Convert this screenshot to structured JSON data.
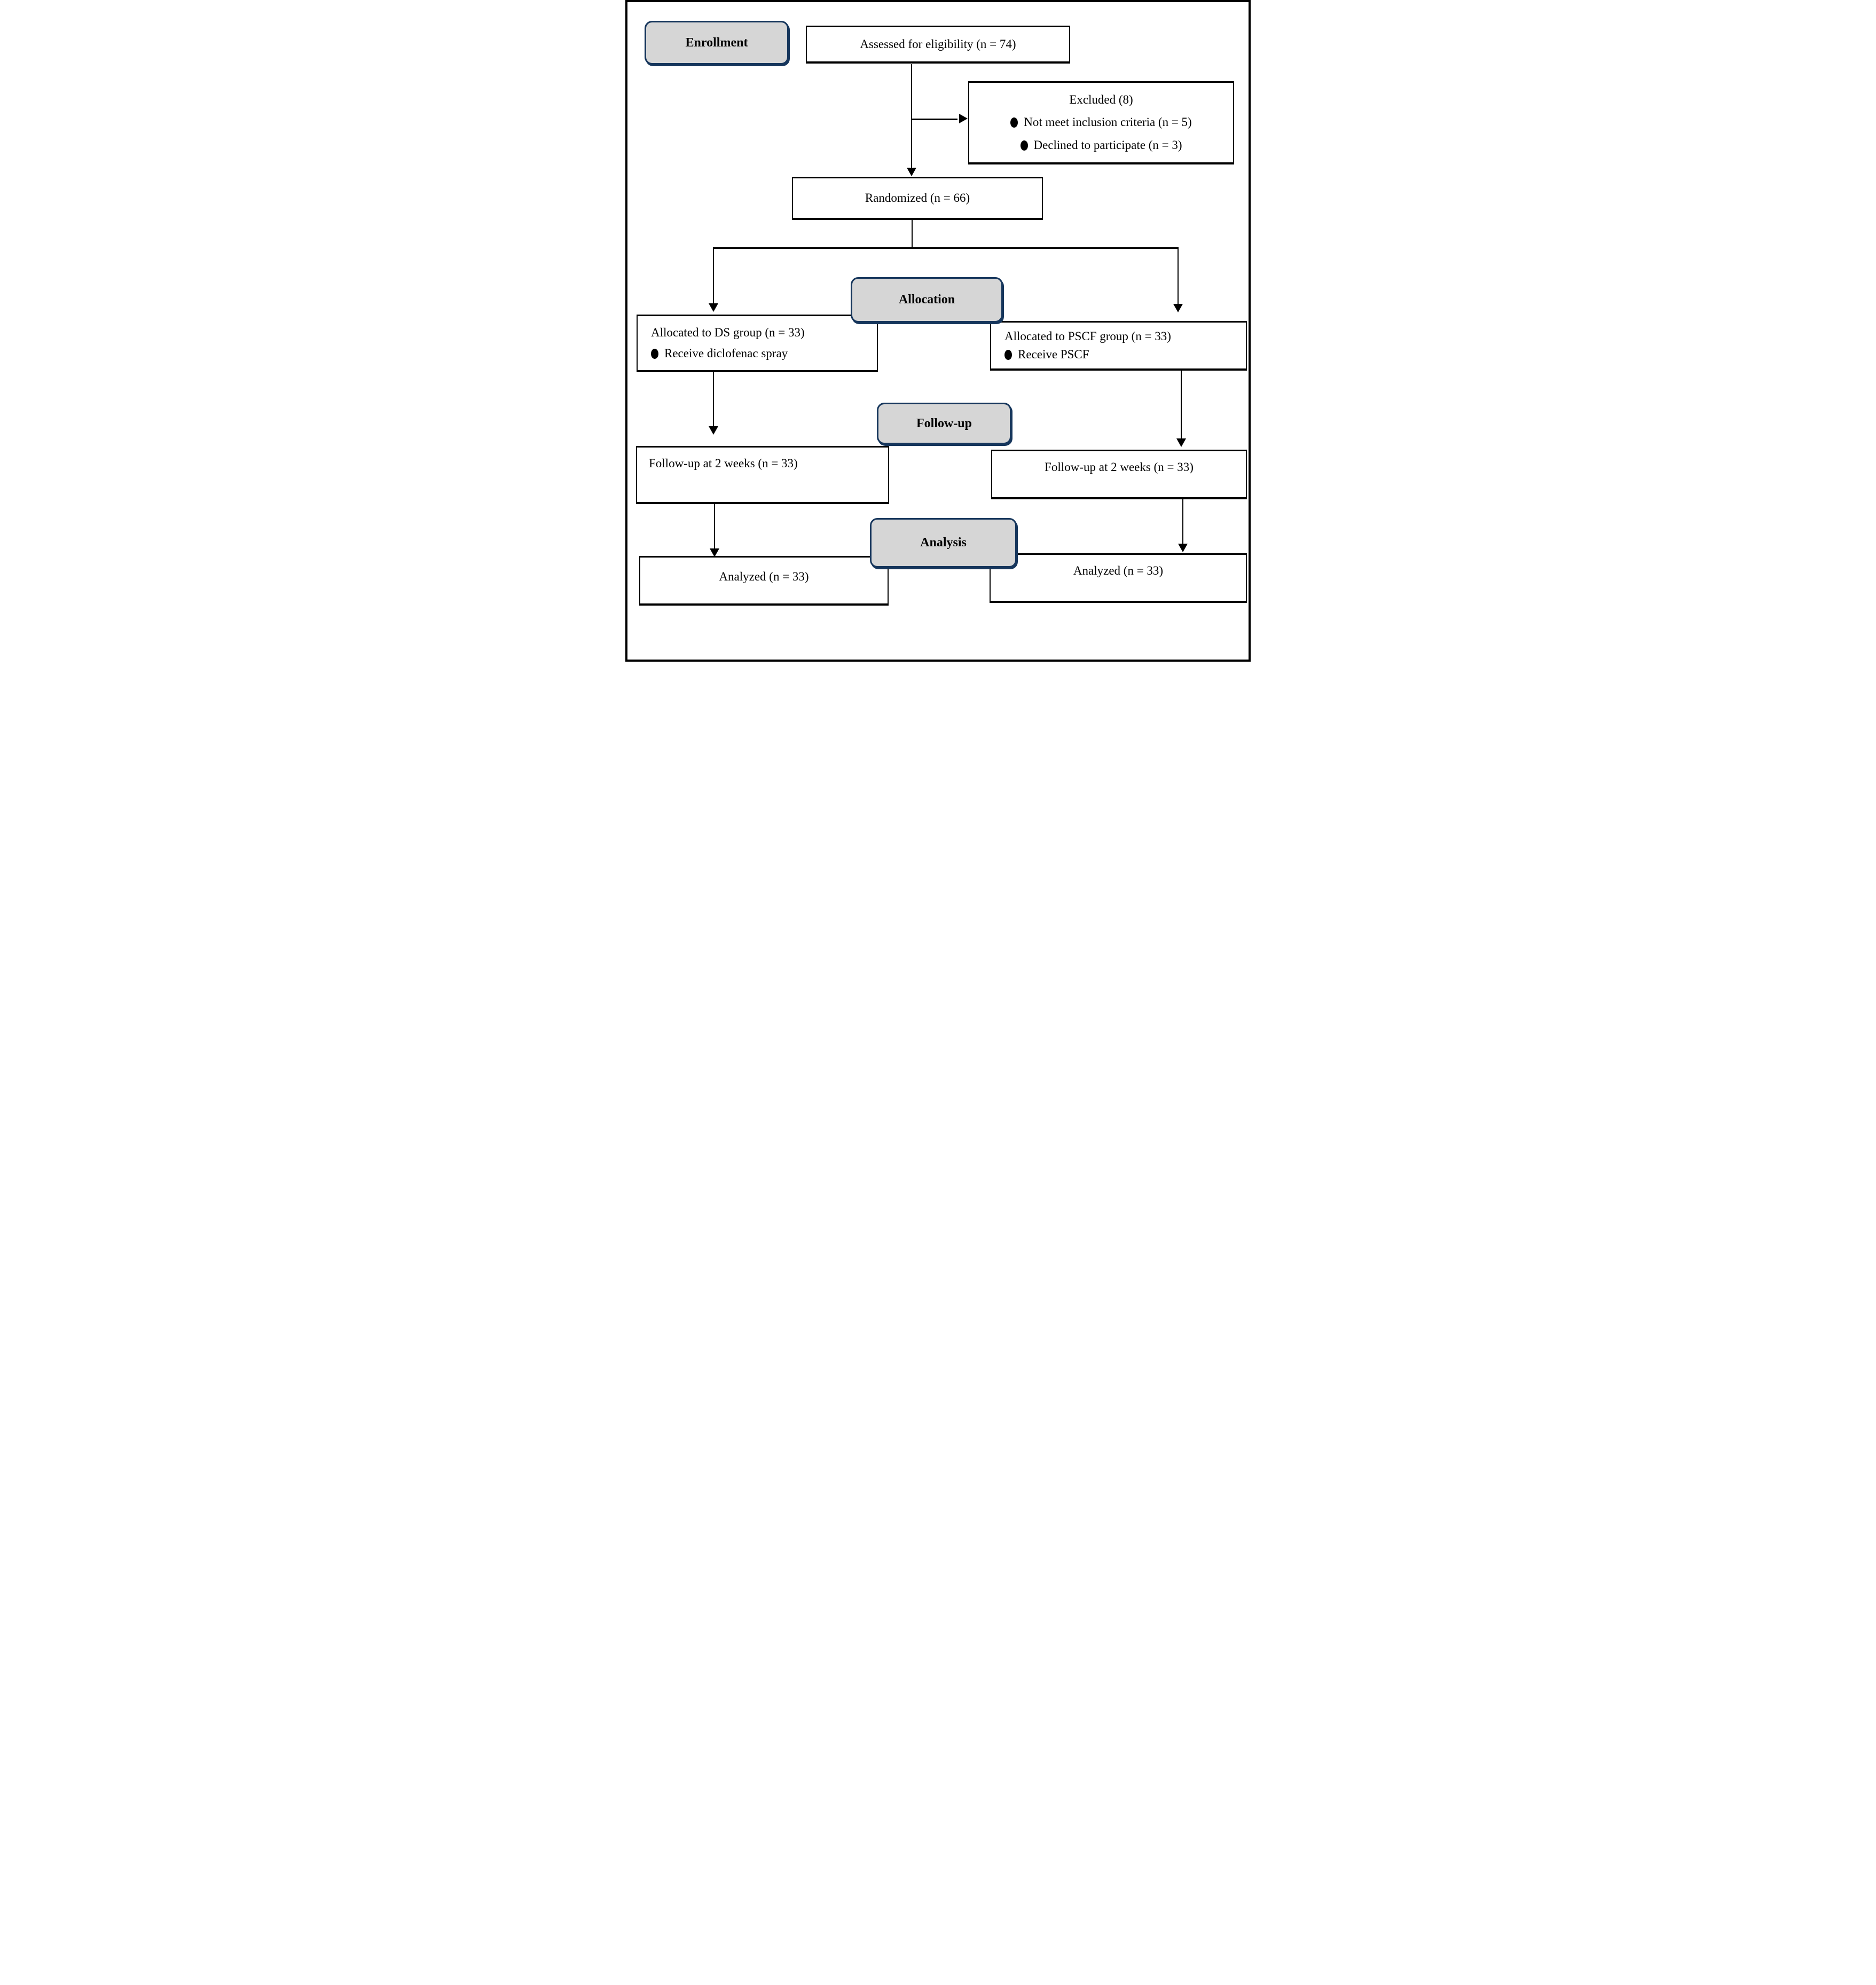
{
  "diagram": {
    "stages": {
      "enrollment": "Enrollment",
      "allocation": "Allocation",
      "followup": "Follow-up",
      "analysis": "Analysis"
    },
    "boxes": {
      "assessed": {
        "text": "Assessed for eligibility (n = 74)"
      },
      "excluded": {
        "title": "Excluded (8)",
        "items": [
          "Not meet inclusion criteria (n = 5)",
          "Declined to participate (n = 3)"
        ]
      },
      "randomized": {
        "text": "Randomized (n = 66)"
      },
      "alloc_left": {
        "title": "Allocated to DS group (n = 33)",
        "items": [
          "Receive diclofenac spray"
        ]
      },
      "alloc_right": {
        "title": "Allocated to PSCF group (n = 33)",
        "items": [
          "Receive PSCF"
        ]
      },
      "fu_left": {
        "text": "Follow-up at 2 weeks (n = 33)"
      },
      "fu_right": {
        "text": "Follow-up at 2 weeks (n = 33)"
      },
      "an_left": {
        "text": "Analyzed (n = 33)"
      },
      "an_right": {
        "text": "Analyzed (n = 33)"
      }
    },
    "colors": {
      "stage_fill": "#d6d6d6",
      "stage_border": "#16365c",
      "line_color": "#000000",
      "box_background": "#ffffff",
      "text_color": "#000000"
    },
    "bullet_icon": "filled-ellipse"
  }
}
